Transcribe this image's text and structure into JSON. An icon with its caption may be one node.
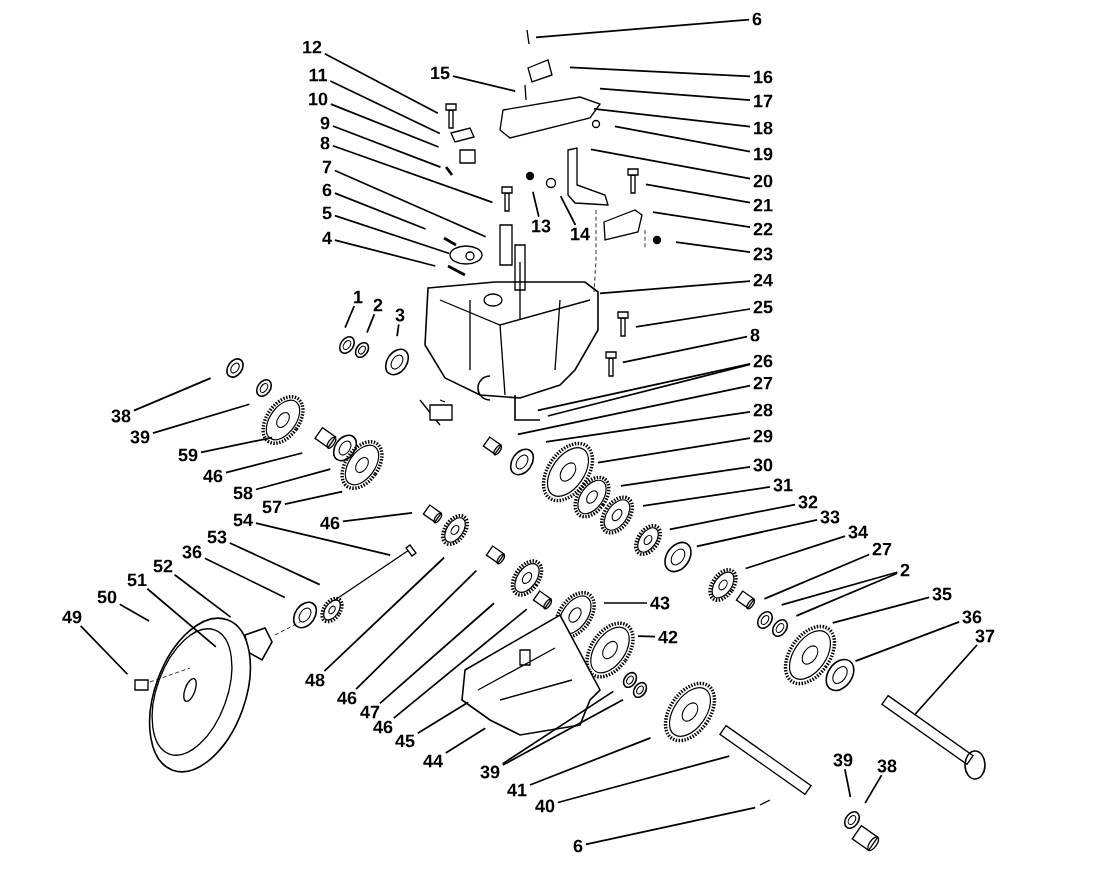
{
  "diagram": {
    "nodes": [
      {
        "text": [
          "12"
        ]
      },
      {
        "text": [
          "11"
        ]
      },
      {
        "text": [
          "10"
        ]
      },
      {
        "text": [
          "9"
        ]
      },
      {
        "text": [
          "8"
        ]
      },
      {
        "text": [
          "7"
        ]
      },
      {
        "text": [
          "6"
        ]
      },
      {
        "text": [
          "5"
        ]
      },
      {
        "text": [
          "4"
        ]
      },
      {
        "text": [
          "15"
        ]
      },
      {
        "text": [
          "6"
        ]
      },
      {
        "text": [
          "16"
        ]
      },
      {
        "text": [
          "17"
        ]
      },
      {
        "text": [
          "18"
        ]
      },
      {
        "text": [
          "19"
        ]
      },
      {
        "text": [
          "20"
        ]
      },
      {
        "text": [
          "21"
        ]
      },
      {
        "text": [
          "22"
        ]
      },
      {
        "text": [
          "23"
        ]
      },
      {
        "text": [
          "13"
        ]
      },
      {
        "text": [
          "14"
        ]
      },
      {
        "text": [
          "24"
        ]
      },
      {
        "text": [
          "1"
        ]
      },
      {
        "text": [
          "2"
        ]
      },
      {
        "text": [
          "3"
        ]
      },
      {
        "text": [
          "25"
        ]
      },
      {
        "text": [
          "8"
        ]
      },
      {
        "text": [
          "26"
        ]
      },
      {
        "text": [
          "27"
        ]
      },
      {
        "text": [
          "28"
        ]
      },
      {
        "text": [
          "29"
        ]
      },
      {
        "text": [
          "38"
        ]
      },
      {
        "text": [
          "39"
        ]
      },
      {
        "text": [
          "59"
        ]
      },
      {
        "text": [
          "46"
        ]
      },
      {
        "text": [
          "30"
        ]
      },
      {
        "text": [
          "58"
        ]
      },
      {
        "text": [
          "31"
        ]
      },
      {
        "text": [
          "57"
        ]
      },
      {
        "text": [
          "32"
        ]
      },
      {
        "text": [
          "33"
        ]
      },
      {
        "text": [
          "46"
        ]
      },
      {
        "text": [
          "54"
        ]
      },
      {
        "text": [
          "34"
        ]
      },
      {
        "text": [
          "53"
        ]
      },
      {
        "text": [
          "27"
        ]
      },
      {
        "text": [
          "36"
        ]
      },
      {
        "text": [
          "52"
        ]
      },
      {
        "text": [
          "2"
        ]
      },
      {
        "text": [
          "51"
        ]
      },
      {
        "text": [
          "35"
        ]
      },
      {
        "text": [
          "50"
        ]
      },
      {
        "text": [
          "43"
        ]
      },
      {
        "text": [
          "36"
        ]
      },
      {
        "text": [
          "49"
        ]
      },
      {
        "text": [
          "37"
        ]
      },
      {
        "text": [
          "42"
        ]
      },
      {
        "text": [
          "48"
        ]
      },
      {
        "text": [
          "46"
        ]
      },
      {
        "text": [
          "47"
        ]
      },
      {
        "text": [
          "46"
        ]
      },
      {
        "text": [
          "45"
        ]
      },
      {
        "text": [
          "44"
        ]
      },
      {
        "text": [
          "39"
        ]
      },
      {
        "text": [
          "38"
        ]
      },
      {
        "text": [
          "39"
        ]
      },
      {
        "text": [
          "41"
        ]
      },
      {
        "text": [
          "40"
        ]
      },
      {
        "text": [
          "6"
        ]
      }
    ],
    "edges": [
      {
        "from": 0,
        "to": null,
        "arrow": "none"
      },
      {
        "from": 1,
        "to": null,
        "arrow": "none"
      },
      {
        "from": 2,
        "to": null,
        "arrow": "none"
      },
      {
        "from": 3,
        "to": null,
        "arrow": "none"
      },
      {
        "from": 4,
        "to": null,
        "arrow": "none"
      },
      {
        "from": 5,
        "to": null,
        "arrow": "none"
      },
      {
        "from": 6,
        "to": null,
        "arrow": "none"
      },
      {
        "from": 7,
        "to": null,
        "arrow": "none"
      },
      {
        "from": 8,
        "to": null,
        "arrow": "none"
      },
      {
        "from": 9,
        "to": null,
        "arrow": "none"
      },
      {
        "from": 10,
        "to": null,
        "arrow": "none"
      },
      {
        "from": 11,
        "to": null,
        "arrow": "none"
      },
      {
        "from": 12,
        "to": null,
        "arrow": "none"
      },
      {
        "from": 13,
        "to": null,
        "arrow": "none"
      },
      {
        "from": 14,
        "to": null,
        "arrow": "none"
      },
      {
        "from": 15,
        "to": null,
        "arrow": "none"
      },
      {
        "from": 16,
        "to": null,
        "arrow": "none"
      },
      {
        "from": 17,
        "to": null,
        "arrow": "none"
      },
      {
        "from": 18,
        "to": null,
        "arrow": "none"
      },
      {
        "from": 19,
        "to": null,
        "arrow": "none"
      },
      {
        "from": 20,
        "to": null,
        "arrow": "none"
      },
      {
        "from": 21,
        "to": null,
        "arrow": "none"
      },
      {
        "from": 22,
        "to": null,
        "arrow": "none"
      },
      {
        "from": 23,
        "to": null,
        "arrow": "none"
      },
      {
        "from": 24,
        "to": null,
        "arrow": "none"
      },
      {
        "from": 25,
        "to": null,
        "arrow": "none"
      },
      {
        "from": 26,
        "to": null,
        "arrow": "none"
      },
      {
        "from": 27,
        "to": null,
        "arrow": "none"
      },
      {
        "from": 27,
        "to": null,
        "arrow": "none"
      },
      {
        "from": 28,
        "to": null,
        "arrow": "none"
      },
      {
        "from": 29,
        "to": null,
        "arrow": "none"
      },
      {
        "from": 30,
        "to": null,
        "arrow": "none"
      },
      {
        "from": 31,
        "to": null,
        "arrow": "none"
      },
      {
        "from": 32,
        "to": null,
        "arrow": "none"
      },
      {
        "from": 33,
        "to": null,
        "arrow": "none"
      },
      {
        "from": 34,
        "to": null,
        "arrow": "none"
      },
      {
        "from": 35,
        "to": null,
        "arrow": "none"
      },
      {
        "from": 36,
        "to": null,
        "arrow": "none"
      },
      {
        "from": 37,
        "to": null,
        "arrow": "none"
      },
      {
        "from": 38,
        "to": null,
        "arrow": "none"
      },
      {
        "from": 39,
        "to": null,
        "arrow": "none"
      },
      {
        "from": 40,
        "to": null,
        "arrow": "none"
      },
      {
        "from": 41,
        "to": null,
        "arrow": "none"
      },
      {
        "from": 42,
        "to": null,
        "arrow": "none"
      },
      {
        "from": 43,
        "to": null,
        "arrow": "none"
      },
      {
        "from": 44,
        "to": null,
        "arrow": "none"
      },
      {
        "from": 45,
        "to": null,
        "arrow": "none"
      },
      {
        "from": 46,
        "to": null,
        "arrow": "none"
      },
      {
        "from": 47,
        "to": null,
        "arrow": "none"
      },
      {
        "from": 48,
        "to": null,
        "arrow": "none"
      },
      {
        "from": 48,
        "to": null,
        "arrow": "none"
      },
      {
        "from": 49,
        "to": null,
        "arrow": "none"
      },
      {
        "from": 50,
        "to": null,
        "arrow": "none"
      },
      {
        "from": 51,
        "to": null,
        "arrow": "none"
      },
      {
        "from": 52,
        "to": null,
        "arrow": "none"
      },
      {
        "from": 53,
        "to": null,
        "arrow": "none"
      },
      {
        "from": 54,
        "to": null,
        "arrow": "none"
      },
      {
        "from": 55,
        "to": null,
        "arrow": "none"
      },
      {
        "from": 56,
        "to": null,
        "arrow": "none"
      },
      {
        "from": 57,
        "to": null,
        "arrow": "none"
      },
      {
        "from": 58,
        "to": null,
        "arrow": "none"
      },
      {
        "from": 59,
        "to": null,
        "arrow": "none"
      },
      {
        "from": 60,
        "to": null,
        "arrow": "none"
      },
      {
        "from": 61,
        "to": null,
        "arrow": "none"
      },
      {
        "from": 62,
        "to": null,
        "arrow": "none"
      },
      {
        "from": 63,
        "to": null,
        "arrow": "none"
      },
      {
        "from": 64,
        "to": null,
        "arrow": "none"
      },
      {
        "from": 65,
        "to": null,
        "arrow": "none"
      },
      {
        "from": 65,
        "to": null,
        "arrow": "none"
      },
      {
        "from": 66,
        "to": null,
        "arrow": "none"
      },
      {
        "from": 67,
        "to": null,
        "arrow": "none"
      },
      {
        "from": 68,
        "to": null,
        "arrow": "none"
      }
    ]
  }
}
